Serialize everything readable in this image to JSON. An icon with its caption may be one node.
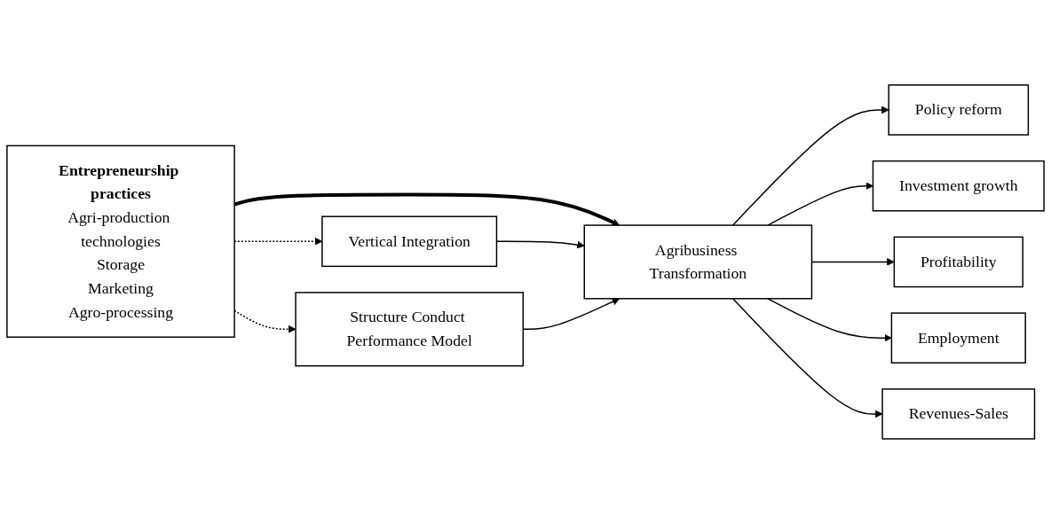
{
  "diagram": {
    "nodes": [
      {
        "text": [
          "Entrepreneurship practices",
          "Agri-production technologies",
          "Storage",
          "Marketing",
          "Agro-processing"
        ]
      },
      {
        "text": [
          "Vertical Integration"
        ]
      },
      {
        "text": [
          "Structure Conduct Performance Model"
        ]
      },
      {
        "text": [
          "Agribusiness Transformation"
        ]
      },
      {
        "text": [
          "Policy reform"
        ]
      },
      {
        "text": [
          "Investment growth"
        ]
      },
      {
        "text": [
          "Profitability"
        ]
      },
      {
        "text": [
          "Employment"
        ]
      },
      {
        "text": [
          "Revenues-Sales"
        ]
      }
    ],
    "edges": [
      {
        "from": 0,
        "to": 1,
        "arrow": "to",
        "style": "dashed"
      },
      {
        "from": 0,
        "to": 2,
        "arrow": "to",
        "style": "dashed"
      },
      {
        "from": 0,
        "to": 3,
        "arrow": "to",
        "style": "thick"
      },
      {
        "from": 1,
        "to": 3,
        "arrow": "to"
      },
      {
        "from": 2,
        "to": 3,
        "arrow": "to"
      },
      {
        "from": 3,
        "to": 4,
        "arrow": "to"
      },
      {
        "from": 3,
        "to": 5,
        "arrow": "to"
      },
      {
        "from": 3,
        "to": 6,
        "arrow": "to"
      },
      {
        "from": 3,
        "to": 7,
        "arrow": "to"
      },
      {
        "from": 3,
        "to": 8,
        "arrow": "to"
      }
    ]
  }
}
